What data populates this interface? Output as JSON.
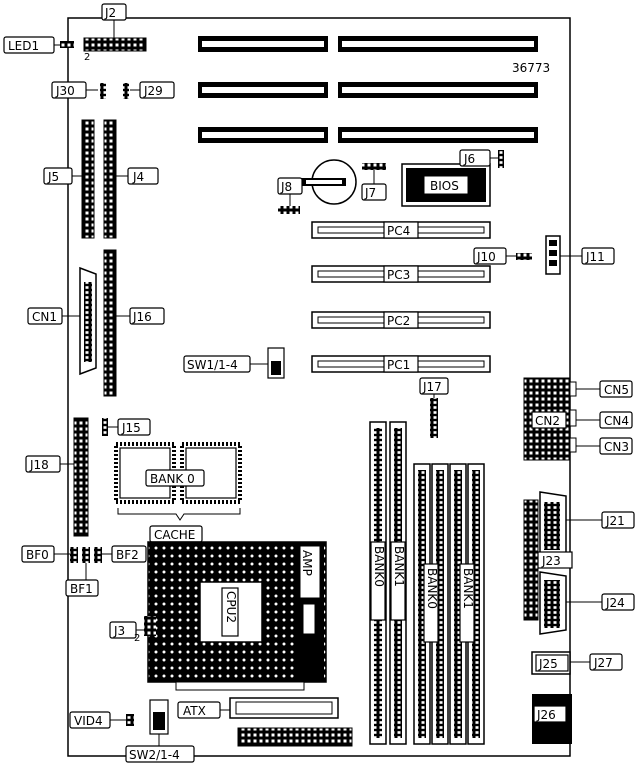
{
  "board_number": "36773",
  "labels": {
    "led1": "LED1",
    "j2": "J2",
    "j2_pin": "2",
    "j30": "J30",
    "j29": "J29",
    "j5": "J5",
    "j4": "J4",
    "j8": "J8",
    "j7": "J7",
    "j6": "J6",
    "bios": "BIOS",
    "j10": "J10",
    "j11": "J11",
    "pc4": "PC4",
    "pc3": "PC3",
    "pc2": "PC2",
    "pc1": "PC1",
    "cn1": "CN1",
    "j16": "J16",
    "sw1": "SW1/1-4",
    "j17": "J17",
    "cn5": "CN5",
    "cn4": "CN4",
    "cn3": "CN3",
    "cn2": "CN2",
    "j15": "J15",
    "j18": "J18",
    "bank0_cache": "BANK 0",
    "cache": "CACHE",
    "bf0": "BF0",
    "bf1": "BF1",
    "bf2": "BF2",
    "amp": "AMP",
    "cpu2": "CPU2",
    "j3": "J3",
    "j3_pin": "2",
    "dimm_bank0_a": "BANK0",
    "dimm_bank1_a": "BANK1",
    "simm_bank0": "BANK0",
    "simm_bank1": "BANK1",
    "j21": "J21",
    "j23": "J23",
    "j24": "J24",
    "j25": "J25",
    "j27": "J27",
    "j26": "J26",
    "atx": "ATX",
    "vid4": "VID4",
    "sw2": "SW2/1-4"
  }
}
